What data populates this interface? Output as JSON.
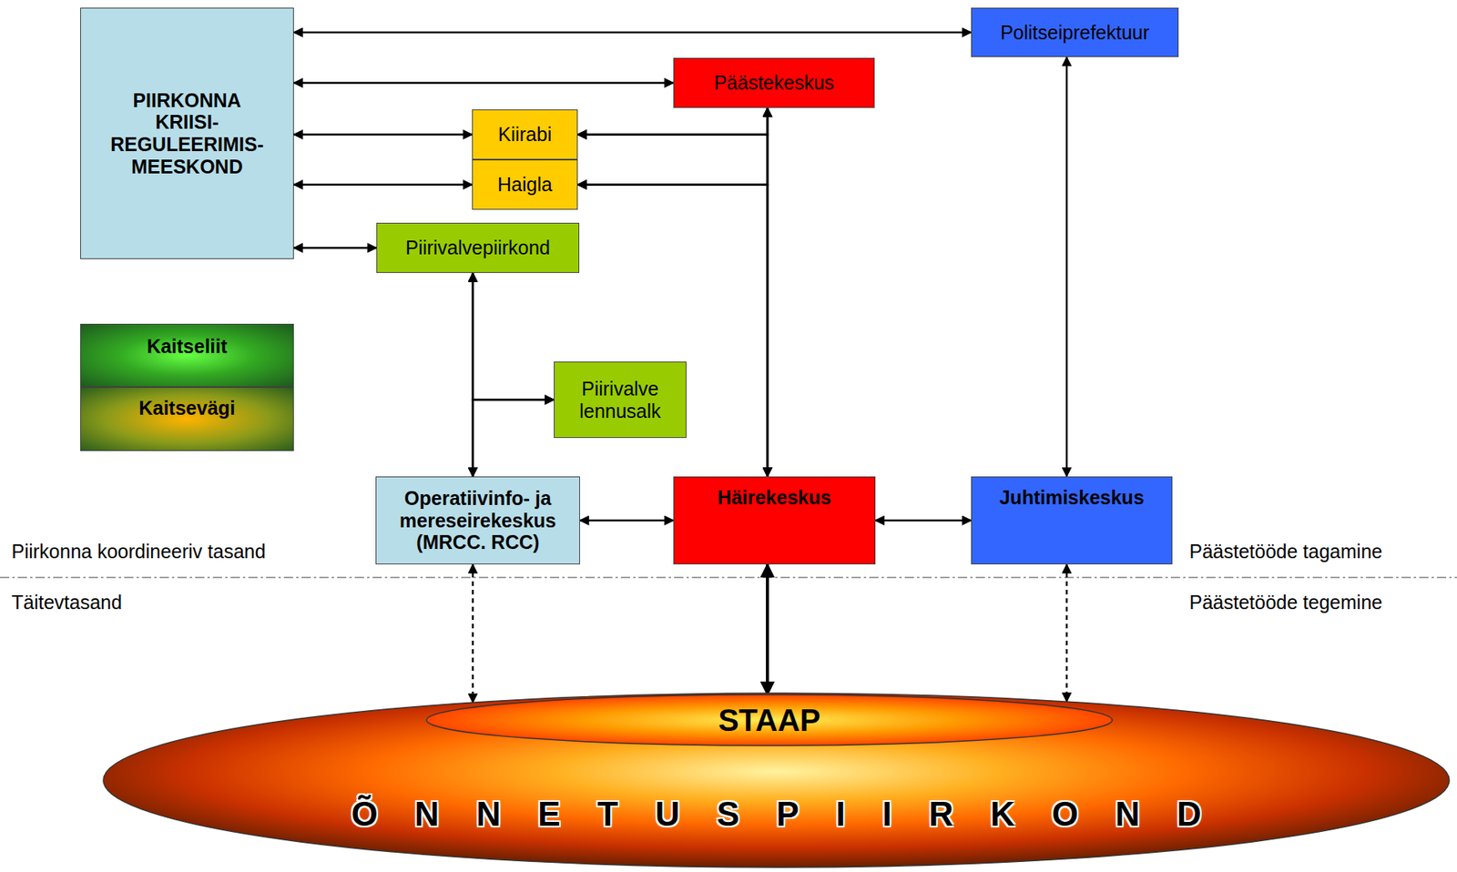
{
  "diagram": {
    "nodes": [
      {
        "text": [
          "PIIRKONNA KRIISI- REGULEERIMIS- MEESKOND"
        ]
      },
      {
        "text": [
          "Politseiprefektuur"
        ]
      },
      {
        "text": [
          "Päästekeskus"
        ]
      },
      {
        "text": [
          "Kiirabi"
        ]
      },
      {
        "text": [
          "Haigla"
        ]
      },
      {
        "text": [
          "Piirivalvepiirkond"
        ]
      },
      {
        "text": [
          "Kaitseliit"
        ]
      },
      {
        "text": [
          "Kaitsevägi"
        ]
      },
      {
        "text": [
          "Piirivalve lennusalk"
        ]
      },
      {
        "text": [
          "Operatiivinfo- ja mereseirekeskus (MRCC. RCC)"
        ]
      },
      {
        "text": [
          "Häirekeskus"
        ]
      },
      {
        "text": [
          "Juhtimiskeskus"
        ]
      },
      {
        "text": [
          "ÕNNETUSPIIRKOND"
        ]
      },
      {
        "text": [
          "STAAP"
        ],
        "in": 12
      }
    ],
    "edges": [
      {
        "from": 0,
        "to": 1,
        "arrow": "both"
      },
      {
        "from": 0,
        "to": 2,
        "arrow": "both"
      },
      {
        "from": 0,
        "to": 3,
        "arrow": "both"
      },
      {
        "from": 0,
        "to": 4,
        "arrow": "both"
      },
      {
        "from": 0,
        "to": 5,
        "arrow": "both"
      },
      {
        "from": 3,
        "to": 2,
        "arrow": "both"
      },
      {
        "from": 3,
        "to": 10,
        "arrow": "both"
      },
      {
        "from": 4,
        "to": 2,
        "arrow": "both"
      },
      {
        "from": 4,
        "to": 10,
        "arrow": "both"
      },
      {
        "from": 2,
        "to": 10,
        "arrow": "both"
      },
      {
        "from": 1,
        "to": 11,
        "arrow": "both"
      },
      {
        "from": 5,
        "to": 9,
        "arrow": "both"
      },
      {
        "from": 8,
        "to": 5,
        "arrow": "both"
      },
      {
        "from": 8,
        "to": 9,
        "arrow": "both"
      },
      {
        "from": 9,
        "to": 10,
        "arrow": "both"
      },
      {
        "from": 10,
        "to": 11,
        "arrow": "both"
      },
      {
        "from": 10,
        "to": 13,
        "arrow": "both"
      },
      {
        "from": 9,
        "to": 12,
        "arrow": "both"
      },
      {
        "from": 11,
        "to": 12,
        "arrow": "both"
      }
    ],
    "labels": [
      "Piirkonna koordineeriv tasand",
      "Päästetööde tagamine",
      "Täitevtasand",
      "Päästetööde tegemine"
    ]
  }
}
